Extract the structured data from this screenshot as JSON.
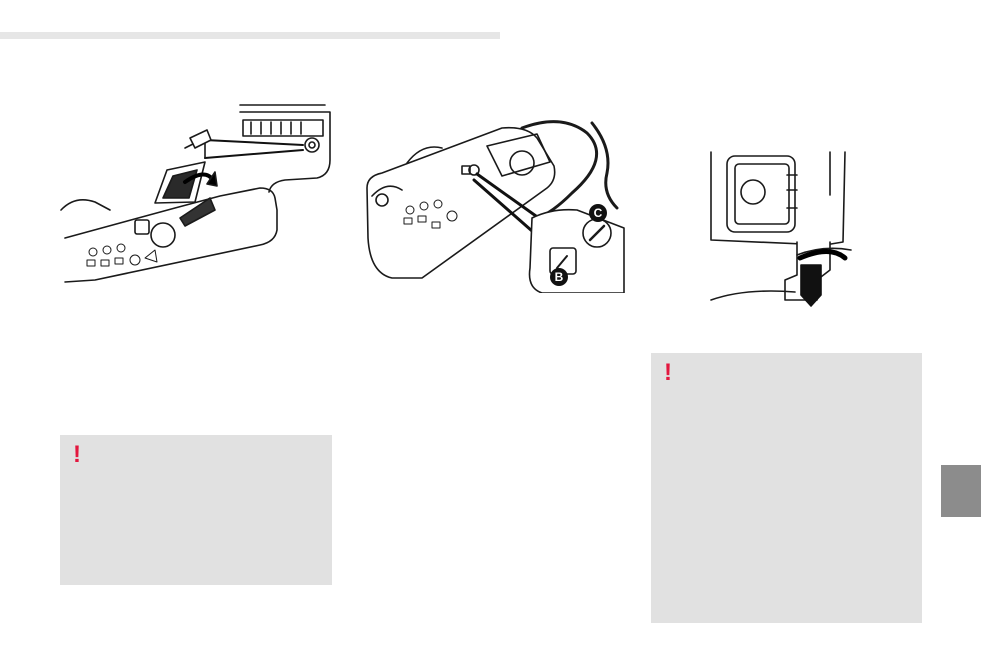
{
  "page": {
    "colors": {
      "warning_accent": "#e3173e",
      "warning_box_bg": "#e1e1e1",
      "side_tab": "#8c8c8c",
      "top_rule": "#e6e6e6"
    }
  },
  "illustrations": [
    {
      "id": "compressor-cable-storage",
      "callouts": []
    },
    {
      "id": "compressor-switches",
      "callouts": [
        "B",
        "C"
      ]
    },
    {
      "id": "valve-connection",
      "callouts": []
    }
  ],
  "warnings": [
    {
      "icon": "exclamation-icon",
      "mark": "!"
    },
    {
      "icon": "exclamation-icon",
      "mark": "!"
    }
  ]
}
